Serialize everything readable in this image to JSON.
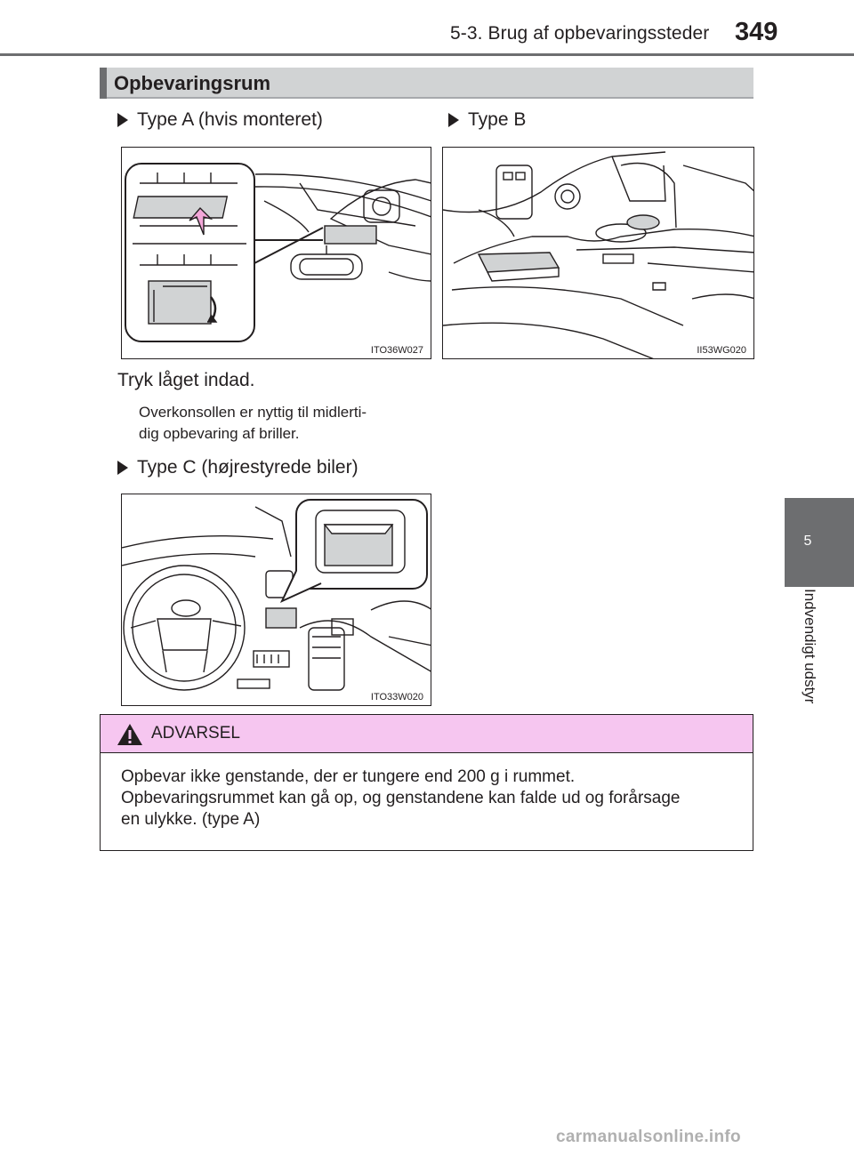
{
  "header": {
    "section_title": "5-3. Brug af opbevaringssteder",
    "page_number": "349"
  },
  "side_tab": {
    "chapter_number": "5",
    "chapter_title": "Indvendigt udstyr"
  },
  "section": {
    "title": "Opbevaringsrum"
  },
  "types": {
    "a": {
      "label": "Type A (hvis monteret)",
      "figure_code": "ITO36W027"
    },
    "b": {
      "label": "Type B",
      "figure_code": "II53WG020"
    },
    "c": {
      "label": "Type C (højrestyrede biler)",
      "figure_code": "ITO33W020"
    }
  },
  "instruction": {
    "text": "Tryk låget indad.",
    "note_line1": "Overkonsollen er nyttig til midlerti-",
    "note_line2": "dig opbevaring af briller."
  },
  "warning": {
    "title": "ADVARSEL",
    "line1": "Opbevar ikke genstande, der er tungere end 200 g i rummet.",
    "line2": "Opbevaringsrummet kan gå op, og genstandene kan falde ud og forårsage",
    "line3": "en ulykke. (type A)"
  },
  "footer": {
    "watermark": "carmanualsonline.info"
  },
  "colors": {
    "header_rule": "#6d6e70",
    "section_bar": "#d1d3d4",
    "warning_header": "#f6c6f0",
    "arrow": "#f3a6d8"
  }
}
